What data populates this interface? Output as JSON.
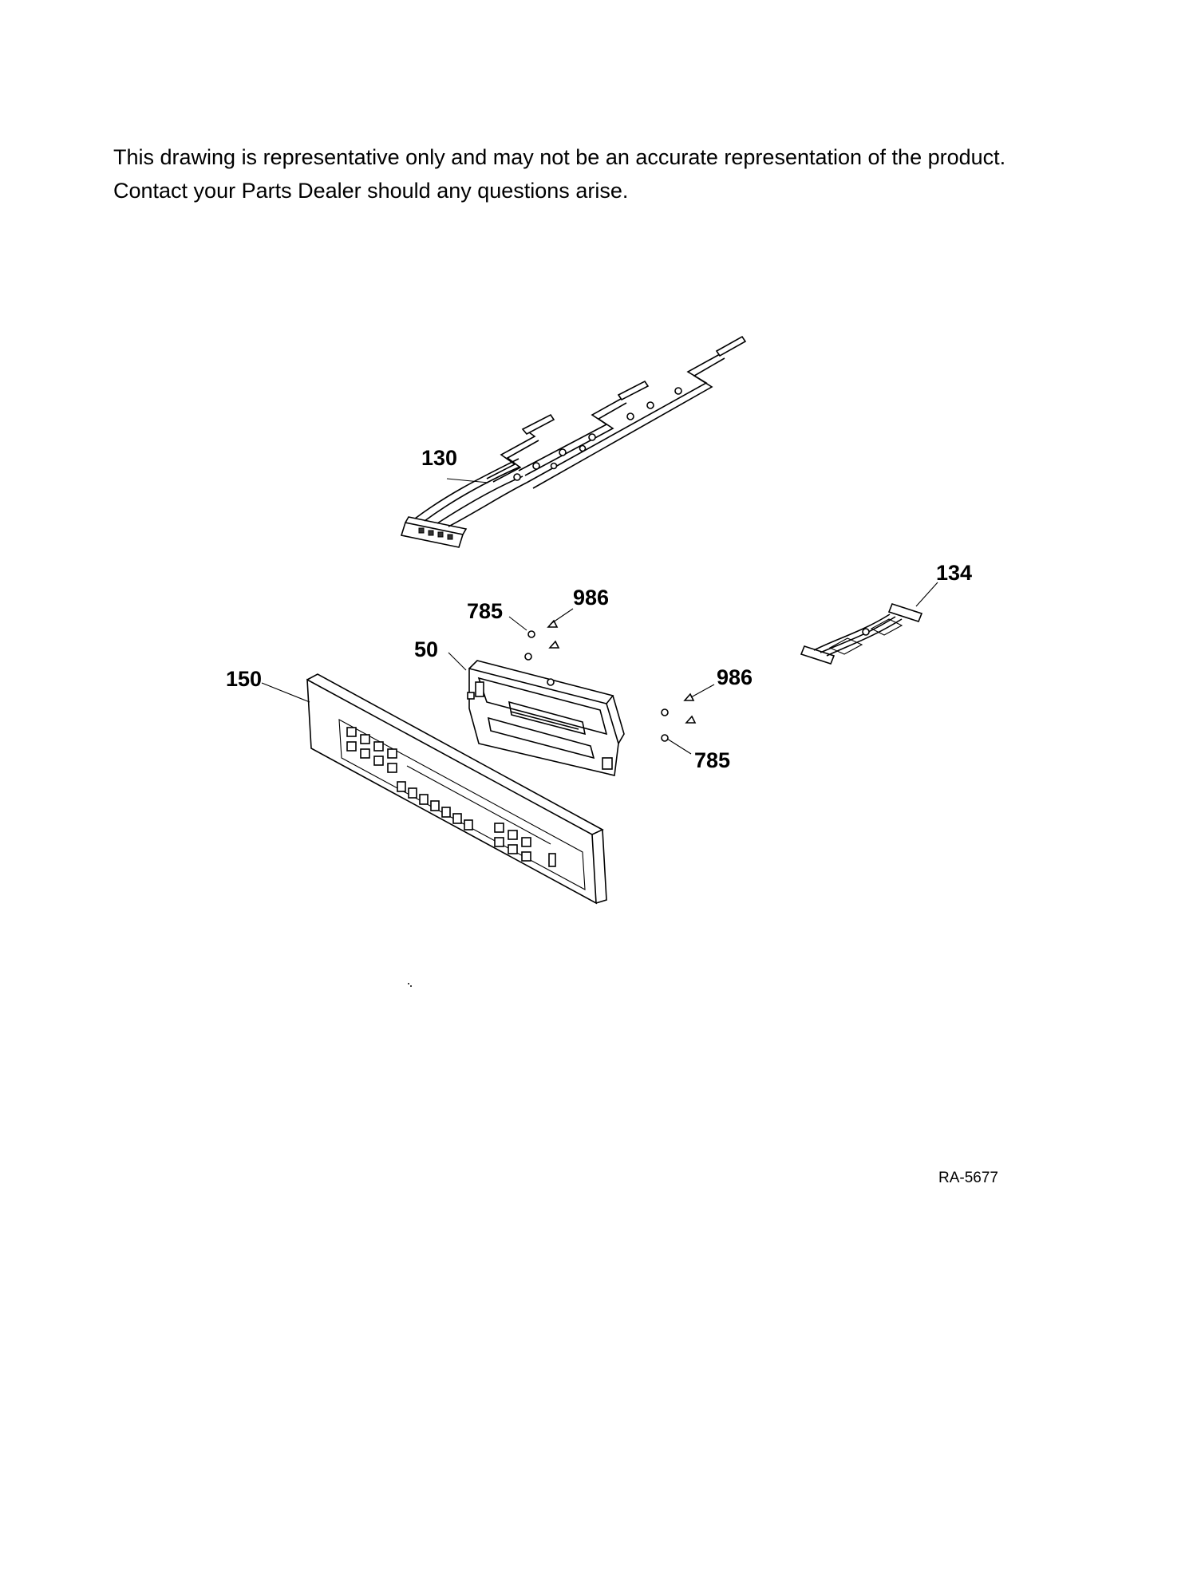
{
  "disclaimer": {
    "line1": "This drawing is representative only and may not be an accurate representation of the product.",
    "line2": "Contact your Parts Dealer should any questions arise."
  },
  "callouts": {
    "c130": "130",
    "c134": "134",
    "c785_top": "785",
    "c986_top": "986",
    "c50": "50",
    "c150": "150",
    "c986_right": "986",
    "c785_right": "785"
  },
  "reference_code": "RA-5677"
}
